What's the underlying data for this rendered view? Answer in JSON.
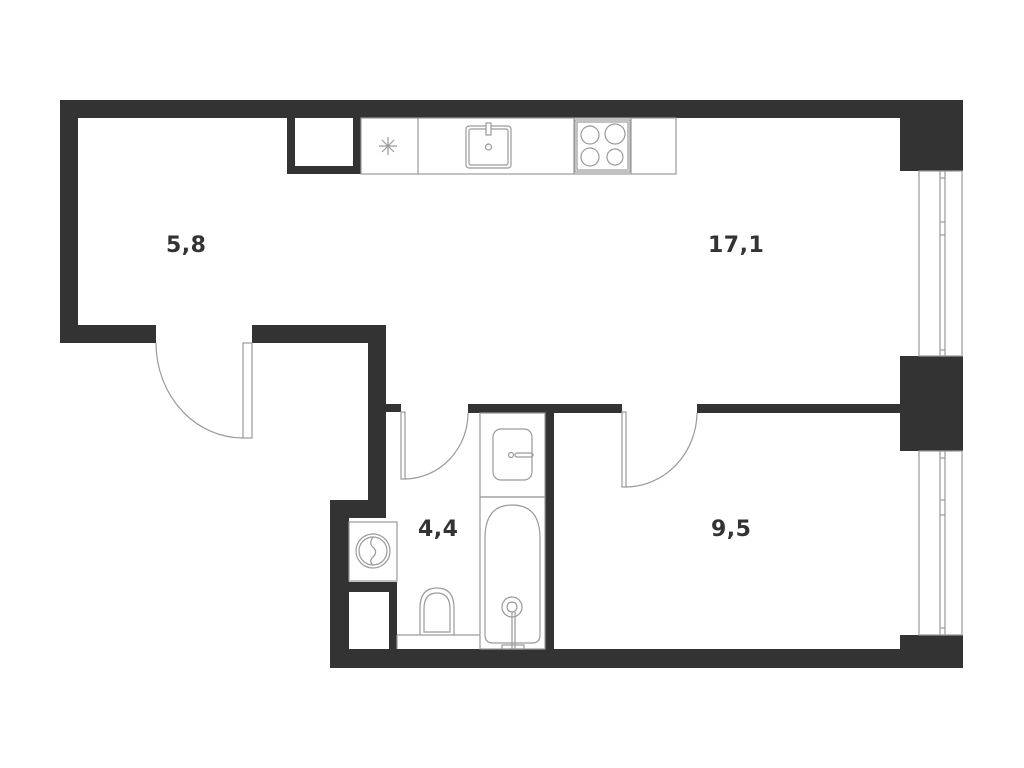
{
  "floor_plan": {
    "type": "apartment-floor-plan",
    "colors": {
      "wall": "#333333",
      "line": "#9a9a9a",
      "background": "#ffffff"
    },
    "rooms": [
      {
        "id": "hallway",
        "area_label": "5,8"
      },
      {
        "id": "kitchen-living",
        "area_label": "17,1"
      },
      {
        "id": "bathroom",
        "area_label": "4,4"
      },
      {
        "id": "bedroom",
        "area_label": "9,5"
      }
    ],
    "fixtures": [
      "closet",
      "kitchen-hood",
      "kitchen-sink",
      "cooktop",
      "washbasin",
      "bathtub",
      "toilet",
      "washing-machine",
      "utility-closet"
    ],
    "windows": 2,
    "doors": 3
  }
}
